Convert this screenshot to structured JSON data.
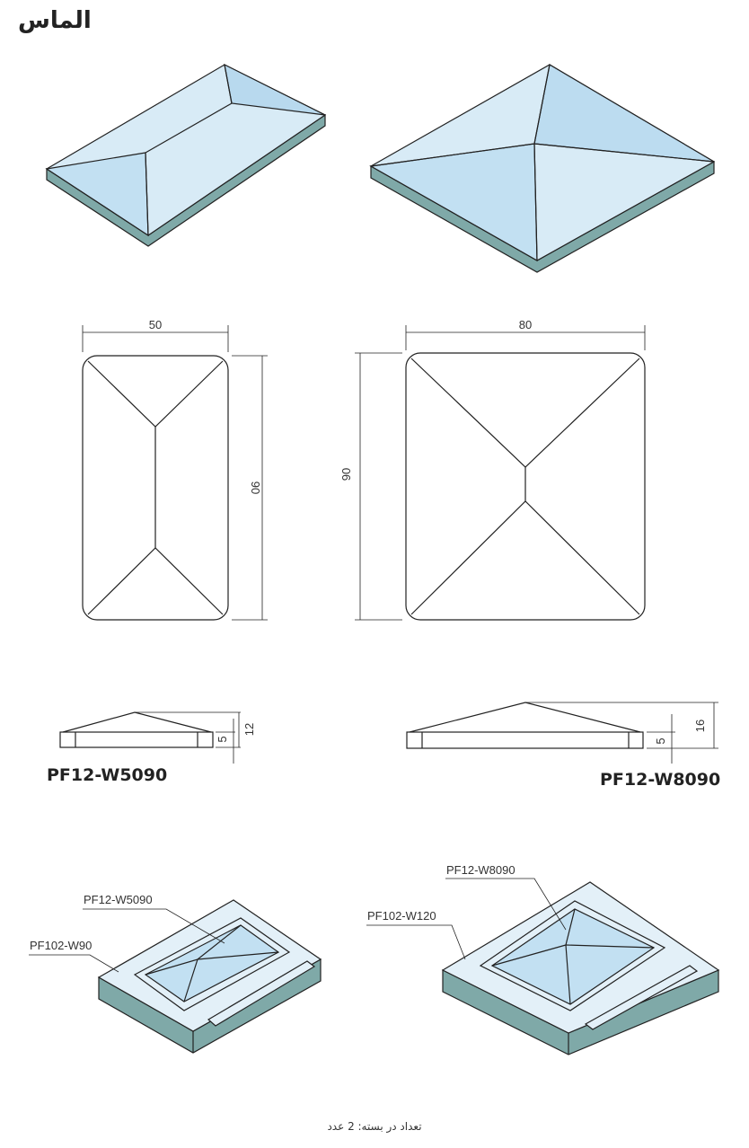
{
  "title": "الماس",
  "products": [
    {
      "code": "PF12-W5090",
      "width": "50",
      "length": "90",
      "height": "12",
      "base_height": "5"
    },
    {
      "code": "PF12-W8090",
      "width": "80",
      "length": "90",
      "height": "16",
      "base_height": "5"
    }
  ],
  "assemblies": [
    {
      "cap_label": "PF12-W5090",
      "base_label": "PF102-W90"
    },
    {
      "cap_label": "PF12-W8090",
      "base_label": "PF102-W120"
    }
  ],
  "footer": "تعداد در بسته:  2 عدد",
  "colors": {
    "face_light": "#e3f0f8",
    "face_mid": "#c2e0f2",
    "side": "#7fa9a8",
    "line": "#222222"
  }
}
